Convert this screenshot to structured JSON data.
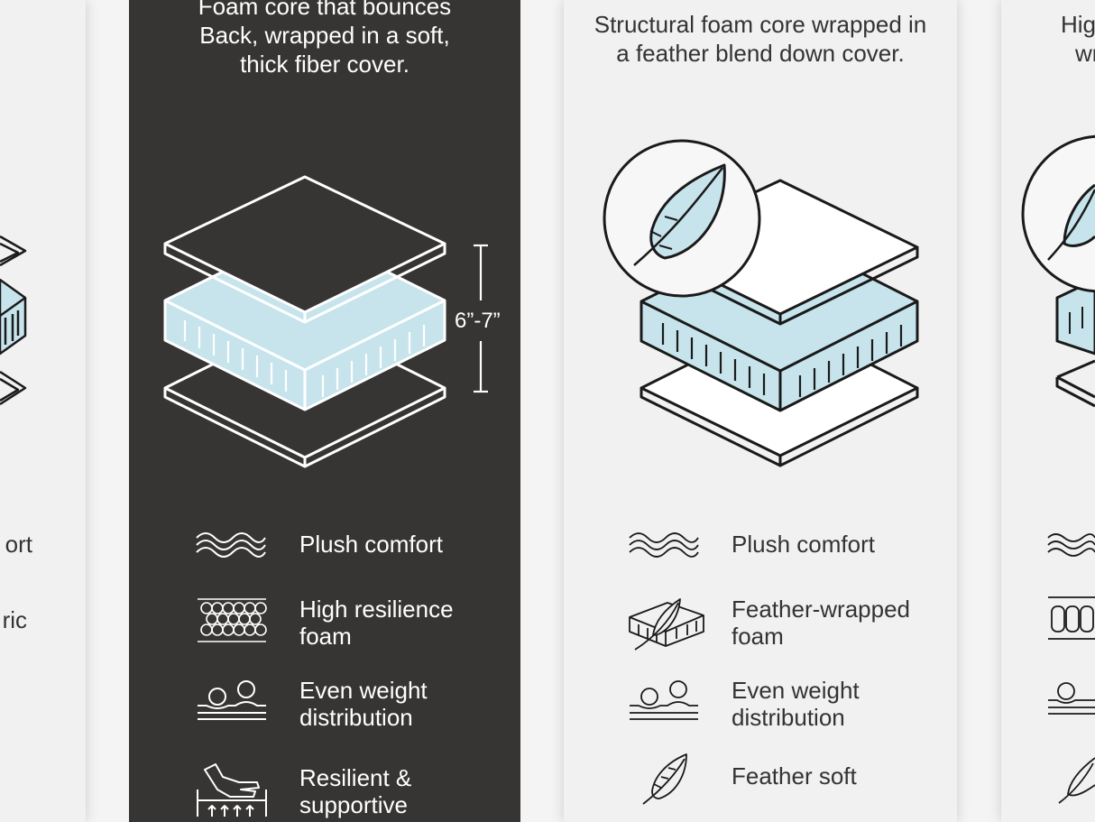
{
  "colors": {
    "dark_panel": "#363534",
    "light_panel": "#f1f1f1",
    "foam_blue": "#c7e4ec",
    "ink": "#1a1a1a",
    "text": "#333333"
  },
  "left_edge_panel": {
    "labels": [
      "ort",
      "ric"
    ]
  },
  "dark_panel": {
    "subtitle_lines": [
      "Foam core that bounces",
      "Back, wrapped in a soft,",
      "thick fiber cover."
    ],
    "height_label": "6”-7”",
    "features": [
      {
        "icon": "waves-icon",
        "label": "Plush comfort"
      },
      {
        "icon": "honeycomb-foam-icon",
        "label": "High resilience\nfoam"
      },
      {
        "icon": "weight-distribution-icon",
        "label": "Even weight\ndistribution"
      },
      {
        "icon": "supportive-hand-icon",
        "label": "Resilient &\nsupportive"
      }
    ]
  },
  "light_panel": {
    "subtitle_lines": [
      "Structural foam core wrapped in",
      "a feather blend down cover."
    ],
    "features": [
      {
        "icon": "waves-icon",
        "label": "Plush comfort"
      },
      {
        "icon": "feather-wrapped-foam-icon",
        "label": "Feather-wrapped\nfoam"
      },
      {
        "icon": "weight-distribution-icon",
        "label": "Even weight\ndistribution"
      },
      {
        "icon": "feather-icon",
        "label": "Feather soft"
      }
    ]
  },
  "right_edge_panel": {
    "subtitle_lines": [
      "Hig",
      "wra"
    ]
  }
}
